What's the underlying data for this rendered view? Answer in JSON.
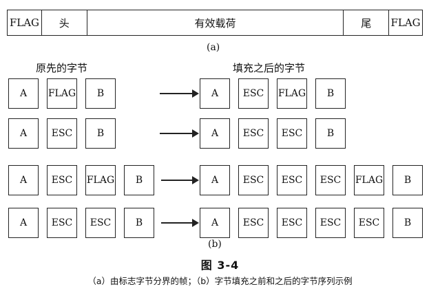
{
  "frame": {
    "segments": [
      {
        "key": "flag_start",
        "label": "FLAG"
      },
      {
        "key": "header",
        "label": "头"
      },
      {
        "key": "payload",
        "label": "有效载荷"
      },
      {
        "key": "trailer",
        "label": "尾"
      },
      {
        "key": "flag_end",
        "label": "FLAG"
      }
    ],
    "sublabel": "(a)"
  },
  "headings": {
    "original": "原先的字节",
    "stuffed": "填充之后的字节"
  },
  "examples": [
    {
      "original": [
        "A",
        "FLAG",
        "B"
      ],
      "stuffed": [
        "A",
        "ESC",
        "FLAG",
        "B"
      ]
    },
    {
      "original": [
        "A",
        "ESC",
        "B"
      ],
      "stuffed": [
        "A",
        "ESC",
        "ESC",
        "B"
      ]
    },
    {
      "original": [
        "A",
        "ESC",
        "FLAG",
        "B"
      ],
      "stuffed": [
        "A",
        "ESC",
        "ESC",
        "ESC",
        "FLAG",
        "B"
      ]
    },
    {
      "original": [
        "A",
        "ESC",
        "ESC",
        "B"
      ],
      "stuffed": [
        "A",
        "ESC",
        "ESC",
        "ESC",
        "ESC",
        "B"
      ]
    }
  ],
  "sublabel_b": "(b)",
  "figure": {
    "number": "图  3-4",
    "caption": "（a）由标志字节分界的帧；（b）字节填充之前和之后的字节序列示例"
  }
}
